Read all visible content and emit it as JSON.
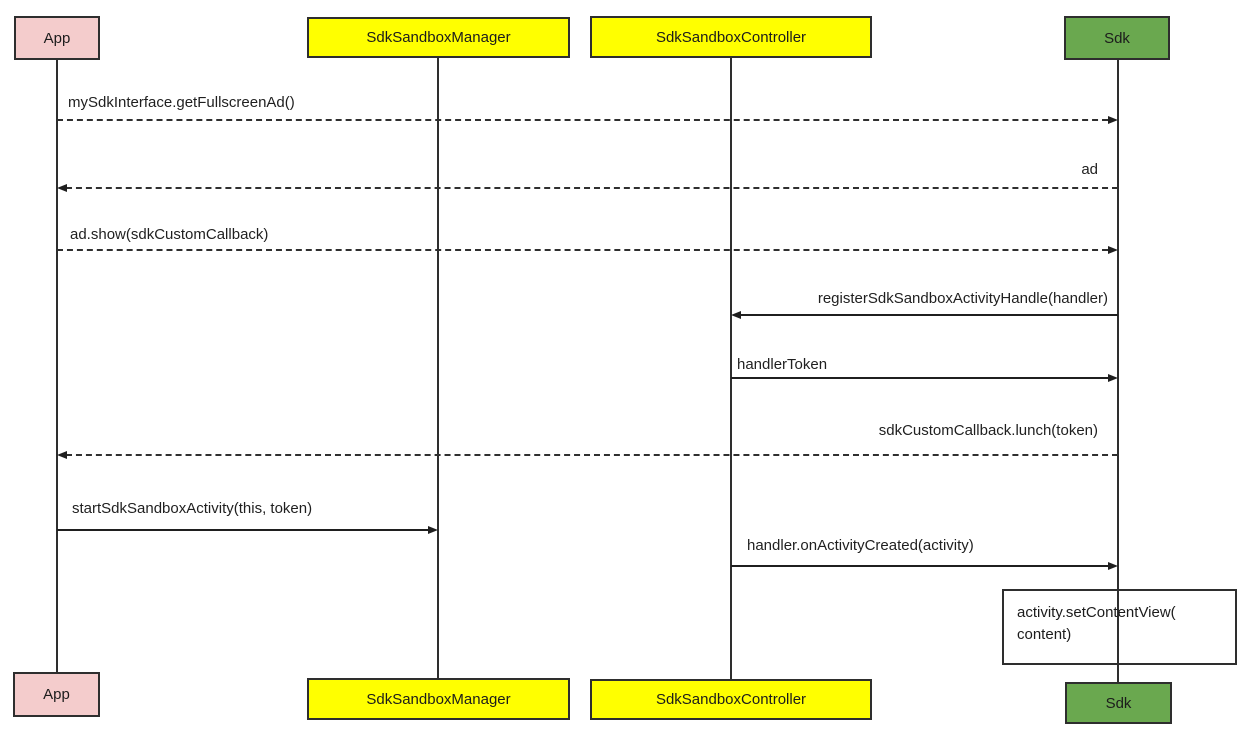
{
  "diagram_type": "uml-sequence-diagram",
  "colors": {
    "actor_app_fill": "#f4cccc",
    "actor_manager_fill": "#ffff00",
    "actor_controller_fill": "#ffff00",
    "actor_sdk_fill": "#6aa84f",
    "line_color": "#2e2e2e",
    "background": "#ffffff"
  },
  "actors": [
    {
      "id": "app",
      "label": "App"
    },
    {
      "id": "sdk-sandbox-manager",
      "label": "SdkSandboxManager"
    },
    {
      "id": "sdk-sandbox-controller",
      "label": "SdkSandboxController"
    },
    {
      "id": "sdk",
      "label": "Sdk"
    }
  ],
  "messages": [
    {
      "label": "mySdkInterface.getFullscreenAd()",
      "from": "App",
      "to": "Sdk",
      "style": "dashed",
      "direction": "right"
    },
    {
      "label": "ad",
      "from": "Sdk",
      "to": "App",
      "style": "dashed",
      "direction": "left"
    },
    {
      "label": "ad.show(sdkCustomCallback)",
      "from": "App",
      "to": "Sdk",
      "style": "dashed",
      "direction": "right"
    },
    {
      "label": "registerSdkSandboxActivityHandle(handler)",
      "from": "Sdk",
      "to": "SdkSandboxController",
      "style": "solid",
      "direction": "left"
    },
    {
      "label": "handlerToken",
      "from": "SdkSandboxController",
      "to": "Sdk",
      "style": "solid",
      "direction": "right"
    },
    {
      "label": "sdkCustomCallback.lunch(token)",
      "from": "Sdk",
      "to": "App",
      "style": "dashed",
      "direction": "left"
    },
    {
      "label": "startSdkSandboxActivity(this, token)",
      "from": "App",
      "to": "SdkSandboxManager",
      "style": "solid",
      "direction": "right"
    },
    {
      "label": "handler.onActivityCreated(activity)",
      "from": "SdkSandboxController",
      "to": "Sdk",
      "style": "solid",
      "direction": "right"
    }
  ],
  "note": {
    "line1": "activity.setContentView(",
    "line2": "content)",
    "attached_to": "Sdk"
  }
}
